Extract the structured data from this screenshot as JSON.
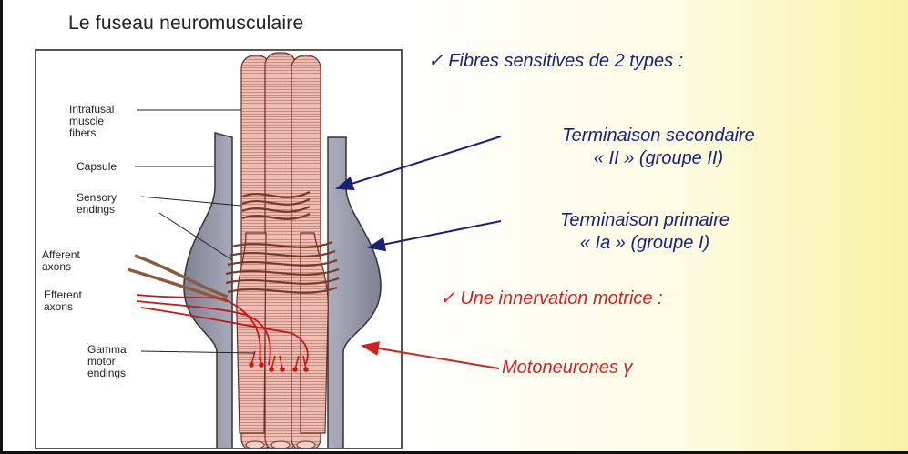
{
  "slide": {
    "title": "Le fuseau neuromusculaire"
  },
  "figure_labels": {
    "intrafusal": [
      "Intrafusal",
      "muscle",
      "fibers"
    ],
    "capsule": "Capsule",
    "sensory": [
      "Sensory",
      "endings"
    ],
    "afferent": [
      "Afferent",
      "axons"
    ],
    "efferent": [
      "Efferent",
      "axons"
    ],
    "gamma": [
      "Gamma",
      "motor",
      "endings"
    ]
  },
  "notes": {
    "fibres_sensitives": "✓ Fibres sensitives de 2 types :",
    "secondaire_line1": "Terminaison secondaire",
    "secondaire_line2": "« II » (groupe II)",
    "primaire_line1": "Terminaison primaire",
    "primaire_line2": "« Ia » (groupe I)",
    "innervation": "✓ Une innervation motrice :",
    "motoneurones": "Motoneurones γ"
  },
  "colors": {
    "blue_text": "#1b1f7a",
    "red_text": "#d32020",
    "fiber": "#e8b9b0",
    "capsule": "#a7a9b8"
  }
}
